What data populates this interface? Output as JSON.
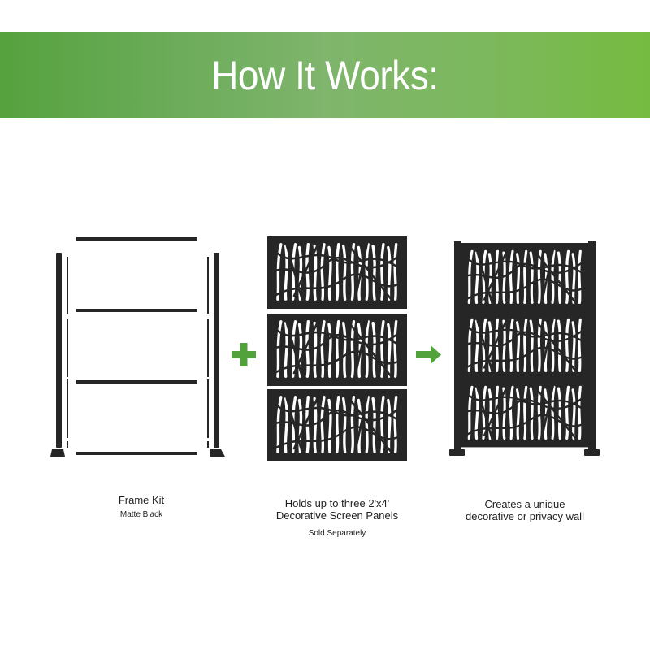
{
  "banner": {
    "title": "How It Works:",
    "colors": {
      "left": "#56a23e",
      "middle": "#7fb56c",
      "right": "#76bb40"
    }
  },
  "steps": [
    {
      "id": "frame-kit",
      "title": "Frame Kit",
      "subtitle": "Matte Black"
    },
    {
      "id": "panels",
      "title_line1": "Holds up to three 2'x4'",
      "title_line2": "Decorative Screen Panels",
      "subtitle": "Sold Separately"
    },
    {
      "id": "wall",
      "title_line1": "Creates a unique",
      "title_line2": "decorative or privacy wall"
    }
  ],
  "operators": [
    {
      "icon": "plus-icon",
      "color": "#52a23c"
    },
    {
      "icon": "arrow-right-icon",
      "color": "#52a23c"
    }
  ],
  "colors": {
    "metal": "#262626",
    "accent": "#52a23c"
  }
}
